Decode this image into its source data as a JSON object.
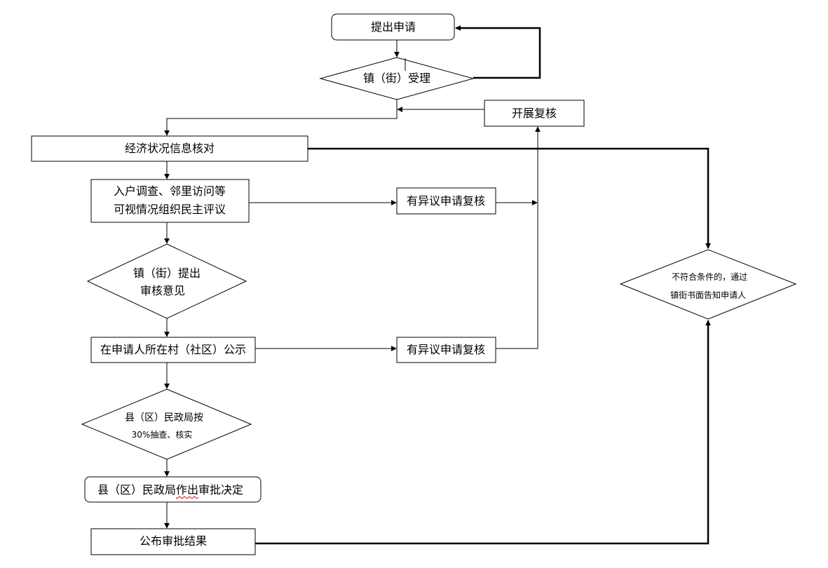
{
  "flowchart": {
    "nodes": {
      "submit": "提出申请",
      "accept": "镇（街）受理",
      "review_again": "开展复核",
      "econ_check": "经济状况信息核对",
      "survey_line1": "入户调查、邻里访问等",
      "survey_line2": "可视情况组织民主评议",
      "objection1": "有异议申请复核",
      "town_opinion_line1": "镇（街）提出",
      "town_opinion_line2": "审核意见",
      "publicize": "在申请人所在村（社区）公示",
      "objection2": "有异议申请复核",
      "spot_check_line1": "县（区）民政局按",
      "spot_check_line2": "30%抽查、核实",
      "decision_pre": "县（区）民政局",
      "decision_squiggle": "作出",
      "decision_post": "审批决定",
      "publish_result": "公布审批结果",
      "notify_line1": "不符合条件的，通过",
      "notify_line2": "镇街书面告知申请人"
    }
  }
}
